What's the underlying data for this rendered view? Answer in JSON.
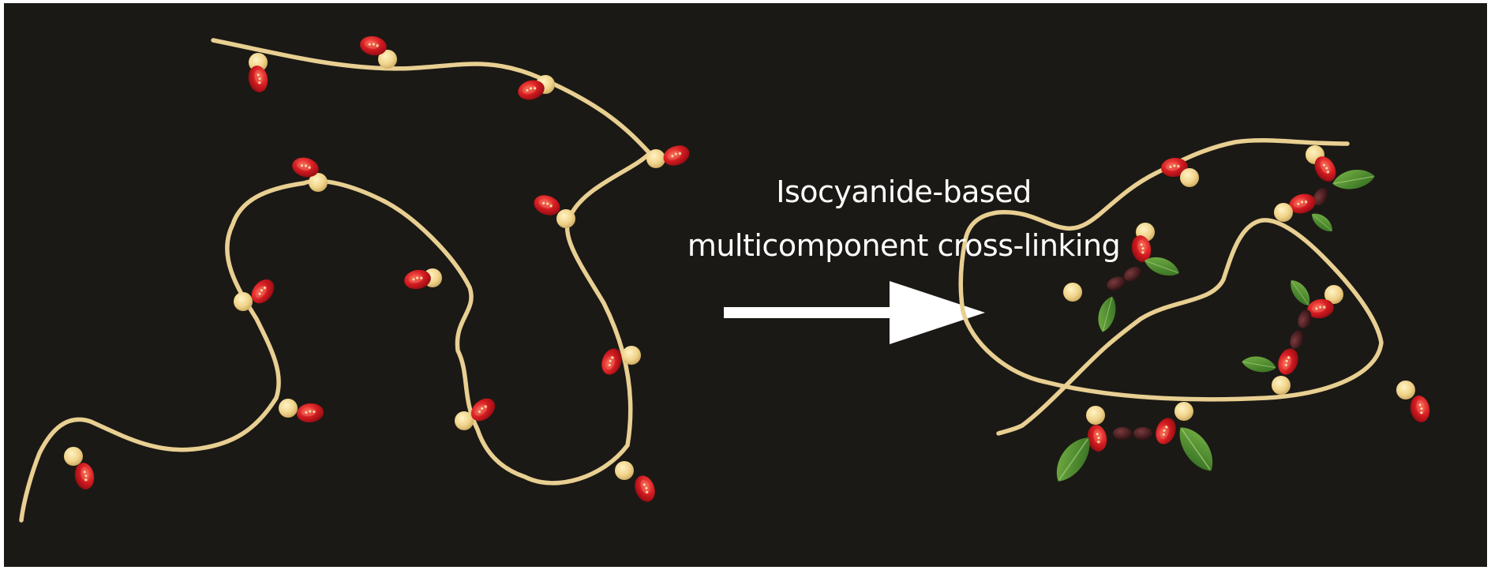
{
  "caption": {
    "line1": "Isocyanide-based",
    "line2": "multicomponent cross-linking"
  },
  "colors": {
    "background": "#1b1915",
    "pasta": "#e8cf92",
    "cheese": "#f1d68d",
    "tomato": "#c8141c",
    "olive": "#4a1f22",
    "basil": "#4f8a2c",
    "arrow": "#ffffff"
  },
  "icons": [
    "pasta-strand",
    "cheese-ball",
    "cherry-tomato",
    "olive",
    "basil-leaf",
    "arrow-right"
  ]
}
